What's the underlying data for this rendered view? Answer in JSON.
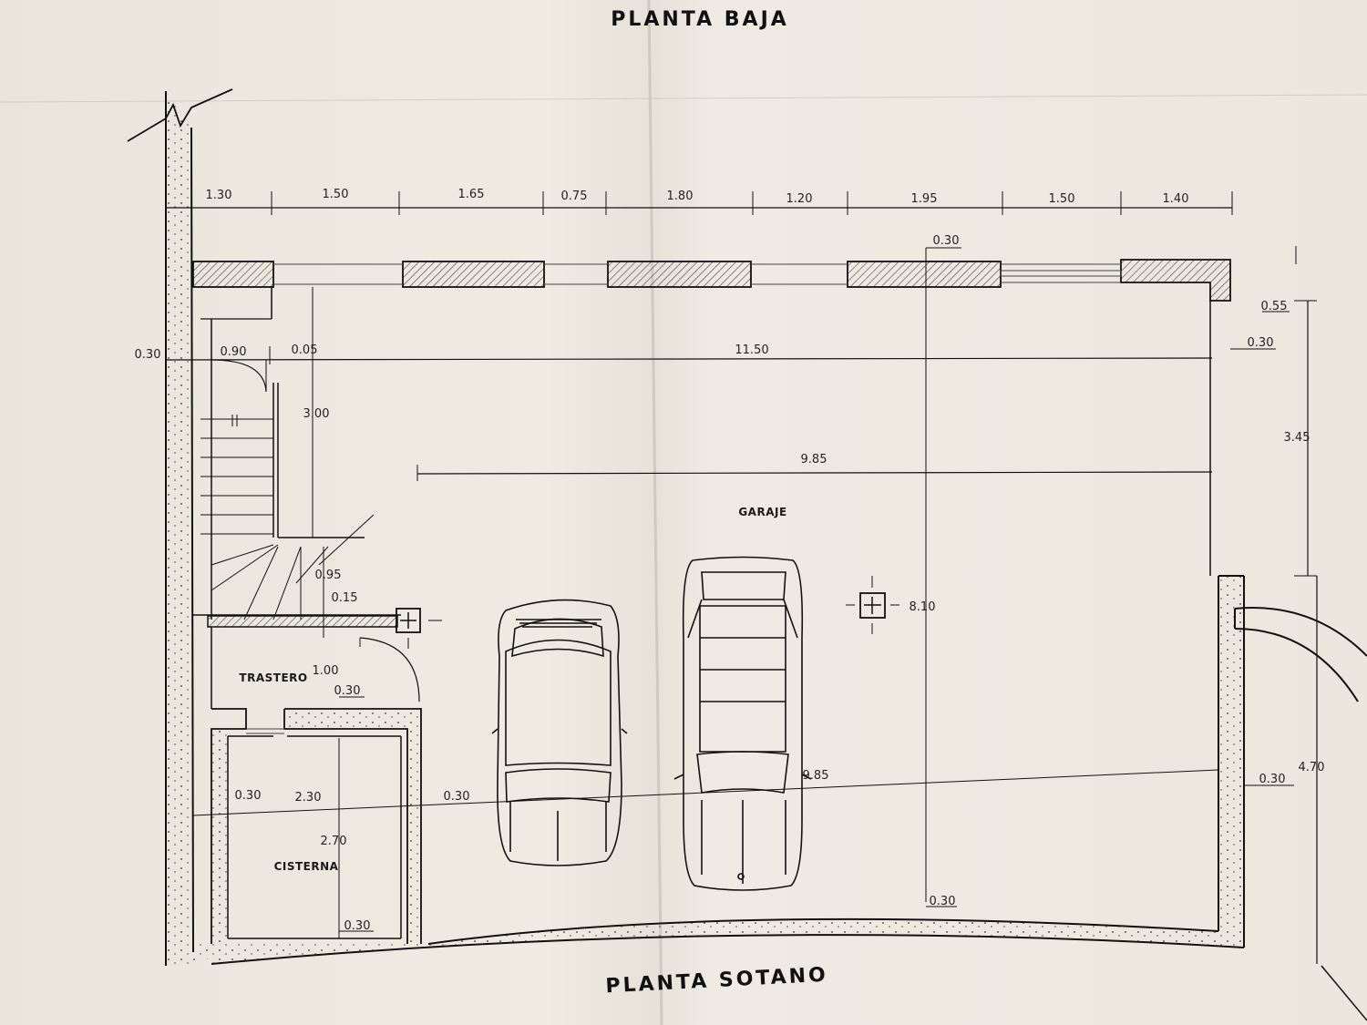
{
  "plan": {
    "title_top": "PLANTA  BAJA",
    "title_bottom": "PLANTA  SOTANO",
    "rooms": {
      "garage": "GARAJE",
      "storage": "TRASTERO",
      "cistern": "CISTERNA"
    },
    "top_dims": [
      "1.30",
      "1.50",
      "1.65",
      "0.75",
      "1.80",
      "1.20",
      "1.95",
      "1.50",
      "1.40"
    ],
    "dims": {
      "wall_thickness_top": "0.30",
      "right_055": "0.55",
      "right_030": "0.30",
      "right_345": "3.45",
      "right_470": "4.70",
      "right_bottom_030": "0.30",
      "left_030": "0.30",
      "door_090": "0.90",
      "gap_005": "0.05",
      "width_1150": "11.50",
      "stair_300": "3.00",
      "width_985": "9.85",
      "depth_810": "8.10",
      "stair_095": "0.95",
      "stair_015": "0.15",
      "storage_100": "1.00",
      "storage_030": "0.30",
      "cistern_030_left": "0.30",
      "cistern_230": "2.30",
      "cistern_270": "2.70",
      "cistern_030_bottom": "0.30",
      "wall_030_mid": "0.30",
      "bottom_985": "9.85",
      "bottom_030": "0.30"
    }
  },
  "colors": {
    "ink": "#1a1a1a",
    "paper": "#ebe7df",
    "hatch": "#444444"
  }
}
